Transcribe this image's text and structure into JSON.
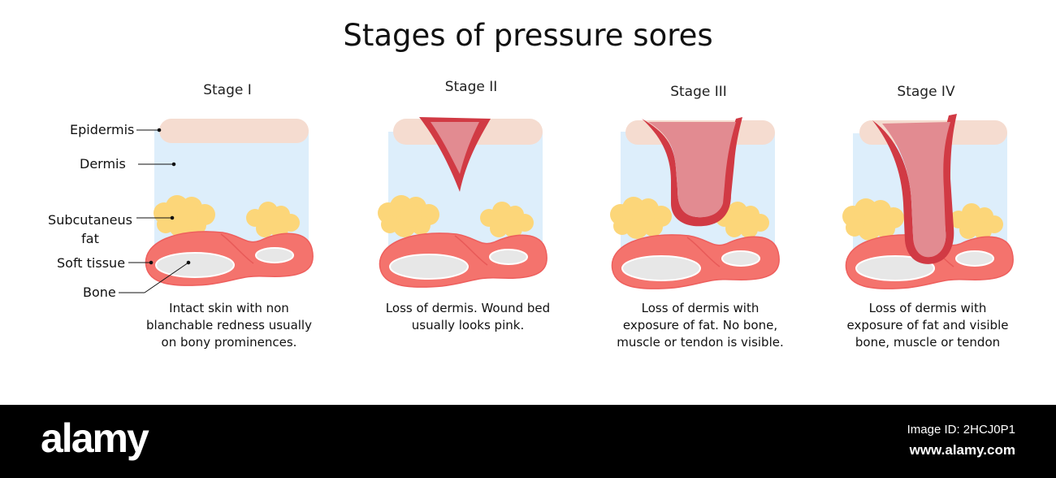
{
  "title": "Stages of pressure sores",
  "colors": {
    "epidermis": "#f5dcd0",
    "dermis": "#ddeefb",
    "fat": "#fcd679",
    "soft_tissue": "#f4736d",
    "bone": "#e7e7e7",
    "wound_edge": "#d13a44",
    "wound_bed": "#e28b91"
  },
  "layer_labels": {
    "epidermis": "Epidermis",
    "dermis": "Dermis",
    "fat_line1": "Subcutaneus",
    "fat_line2": "fat",
    "soft_tissue": "Soft tissue",
    "bone": "Bone"
  },
  "stages": [
    {
      "title": "Stage I",
      "desc": [
        "Intact skin with non",
        "blanchable redness usually",
        "on bony prominences."
      ]
    },
    {
      "title": "Stage II",
      "desc": [
        "Loss of dermis. Wound bed",
        "usually looks pink."
      ]
    },
    {
      "title": "Stage III",
      "desc": [
        "Loss of dermis with",
        "exposure of fat. No bone,",
        "muscle or tendon is visible."
      ]
    },
    {
      "title": "Stage IV",
      "desc": [
        "Loss of dermis with",
        "exposure of fat and visible",
        "bone, muscle or tendon"
      ]
    }
  ],
  "footer": {
    "brand": "alamy",
    "image_id": "Image ID: 2HCJ0P1",
    "website": "www.alamy.com"
  }
}
